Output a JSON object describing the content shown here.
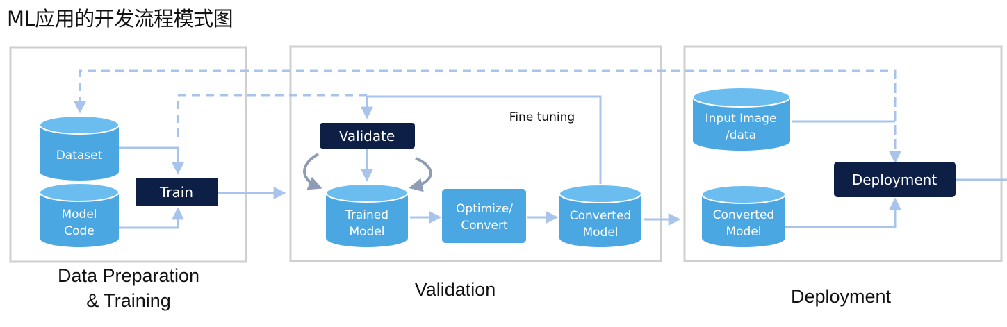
{
  "title": "ML应用的开发流程模式图",
  "panels": {
    "data_prep": {
      "label_lines": [
        "Data Preparation",
        "& Training"
      ]
    },
    "validation": {
      "label": "Validation"
    },
    "deployment": {
      "label": "Deployment"
    }
  },
  "nodes": {
    "dataset": [
      "Dataset"
    ],
    "model_code": [
      "Model",
      "Code"
    ],
    "train": [
      "Train"
    ],
    "validate": [
      "Validate"
    ],
    "trained_model": [
      "Trained",
      "Model"
    ],
    "optimize_convert": [
      "Optimize/",
      "Convert"
    ],
    "converted_model_validation": [
      "Converted",
      "Model"
    ],
    "input_image_data": [
      "Input Image",
      "/data"
    ],
    "converted_model_deployment": [
      "Converted",
      "Model"
    ],
    "deployment": [
      "Deployment"
    ]
  },
  "annotations": {
    "fine_tuning": "Fine tuning"
  },
  "colors": {
    "cylinder_fill": "#4ba7e2",
    "cylinder_top": "#6bbcef",
    "dark_box": "#0d1f44",
    "arrow": "#a9c4ec",
    "panel_border": "#cfcfcf",
    "cycle_arrow": "#8e9db3"
  }
}
